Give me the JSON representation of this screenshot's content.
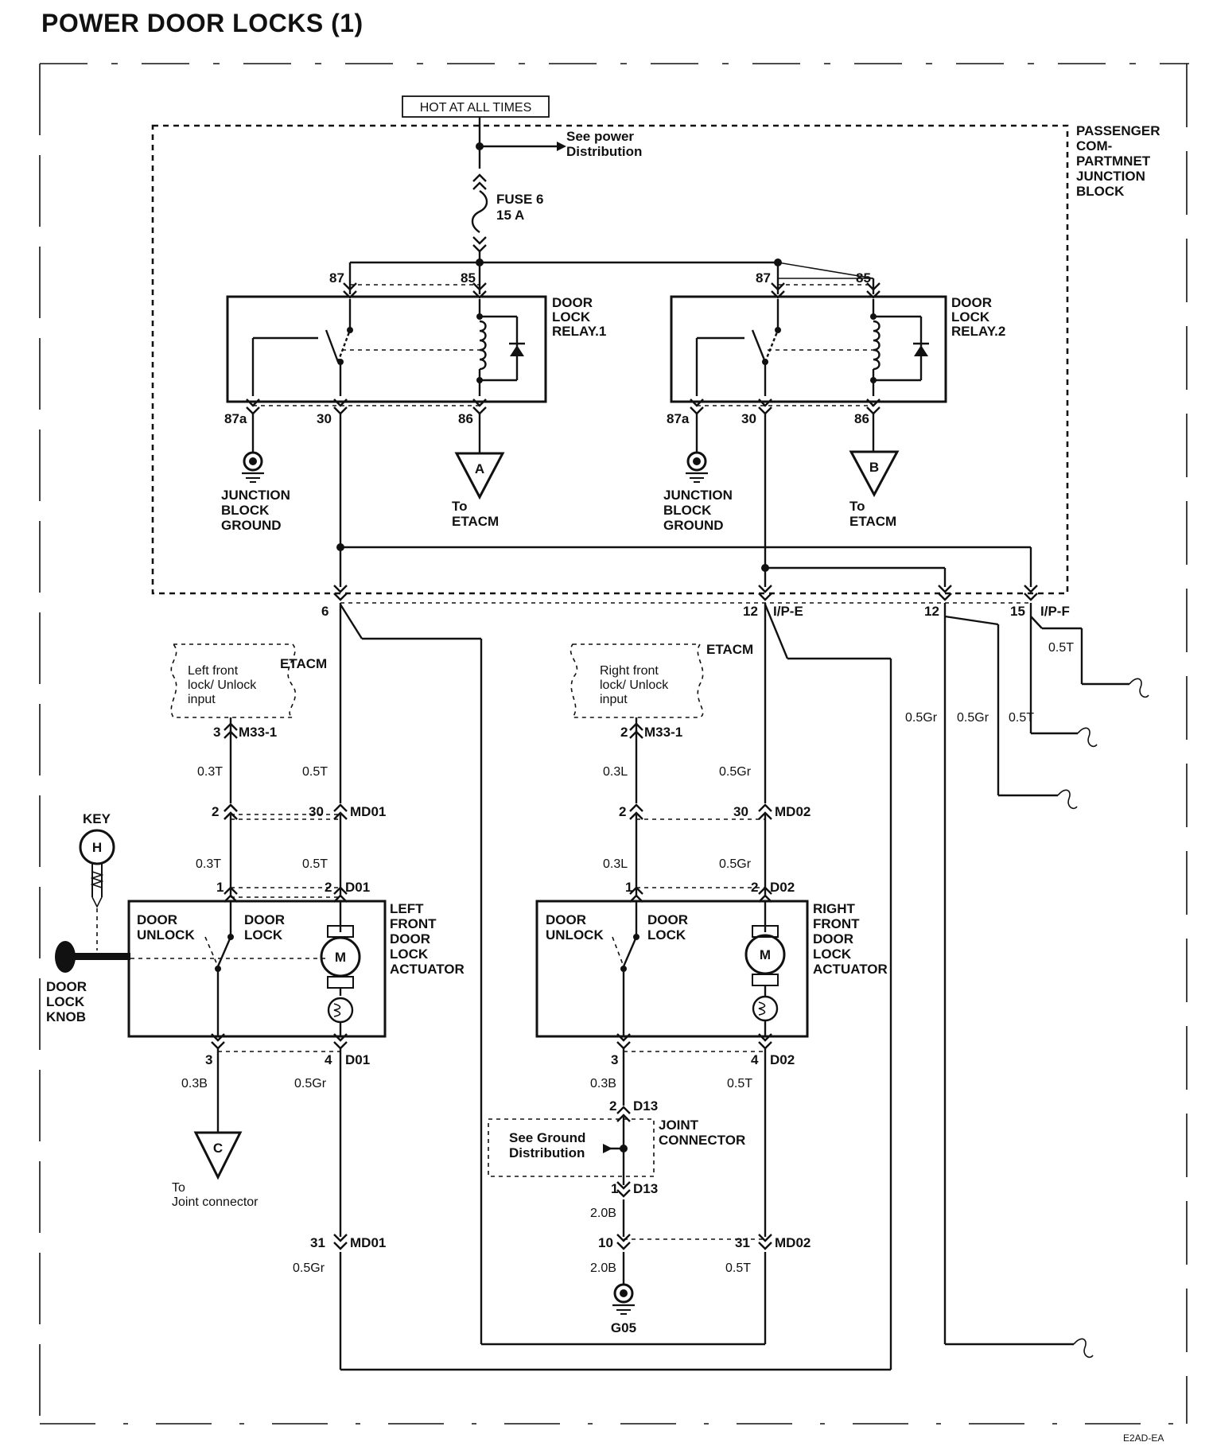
{
  "title": "POWER DOOR LOCKS (1)",
  "hot": "HOT AT ALL TIMES",
  "junction_block": [
    "PASSENGER",
    "COM-",
    "PARTMNET",
    "JUNCTION",
    "BLOCK"
  ],
  "power_dist": [
    "See power",
    "Distribution"
  ],
  "fuse": [
    "FUSE 6",
    "15 A"
  ],
  "relay1": [
    "DOOR",
    "LOCK",
    "RELAY.1"
  ],
  "relay2": [
    "DOOR",
    "LOCK",
    "RELAY.2"
  ],
  "pins": {
    "p87": "87",
    "p85": "85",
    "p87a": "87a",
    "p30": "30",
    "p86": "86"
  },
  "jb_ground": [
    "JUNCTION",
    "BLOCK",
    "GROUND"
  ],
  "to_etacm": [
    "To",
    "ETACM"
  ],
  "offpage": {
    "a": "A",
    "b": "B",
    "c": "C"
  },
  "key_label": "KEY",
  "key_letter": "H",
  "motor": "M",
  "connectors": {
    "c6": "6",
    "c12": "12",
    "ipe": "I/P-E",
    "c12b": "12",
    "c15": "15",
    "ipf": "I/P-F",
    "n1": "1",
    "n2": "2",
    "n3": "3",
    "n4": "4",
    "n10": "10",
    "n30": "30",
    "n31": "31",
    "m33": "M33-1",
    "md01": "MD01",
    "md02": "MD02",
    "d01": "D01",
    "d02": "D02",
    "d13": "D13"
  },
  "etacm": "ETACM",
  "left_input": [
    "Left front",
    "lock/ Unlock",
    "input"
  ],
  "right_input": [
    "Right front",
    "lock/ Unlock",
    "input"
  ],
  "wires": {
    "w03t": "0.3T",
    "w05t": "0.5T",
    "w03l": "0.3L",
    "w05gr": "0.5Gr",
    "w03b": "0.3B",
    "w20b": "2.0B"
  },
  "door_unlock": [
    "DOOR",
    "UNLOCK"
  ],
  "door_lock": [
    "DOOR",
    "LOCK"
  ],
  "left_actuator": [
    "LEFT",
    "FRONT",
    "DOOR",
    "LOCK",
    "ACTUATOR"
  ],
  "right_actuator": [
    "RIGHT",
    "FRONT",
    "DOOR",
    "LOCK",
    "ACTUATOR"
  ],
  "knob": [
    "DOOR",
    "LOCK",
    "KNOB"
  ],
  "to_joint": [
    "To",
    "Joint connector"
  ],
  "ground_dist": [
    "See Ground",
    "Distribution"
  ],
  "joint_connector": [
    "JOINT",
    "CONNECTOR"
  ],
  "g05": "G05",
  "footer": "E2AD-EA"
}
